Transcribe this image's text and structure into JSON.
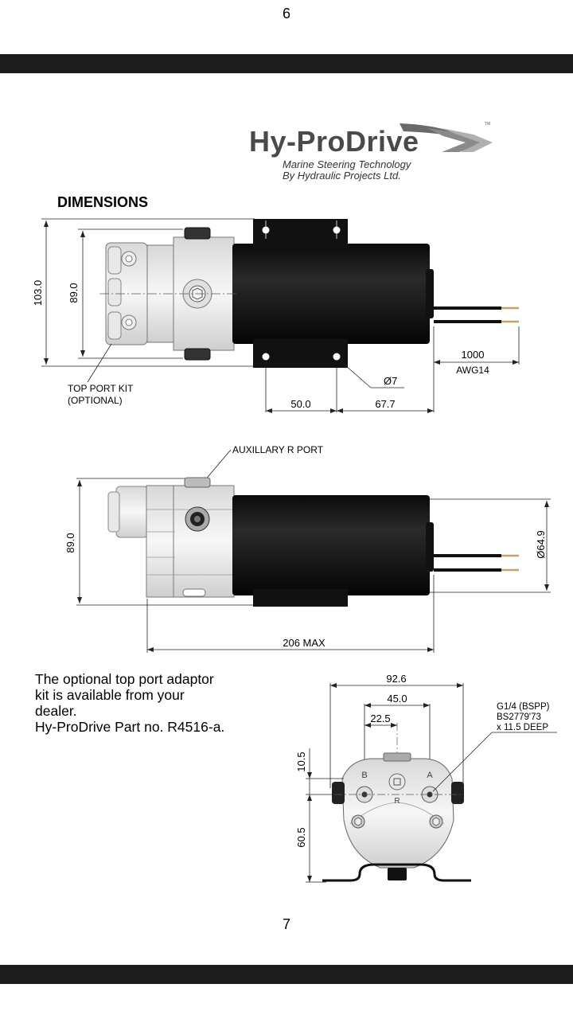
{
  "page_top_number": "6",
  "page_bottom_number": "7",
  "logo": {
    "brand": "Hy-ProDrive",
    "tm": "TM",
    "tagline_1": "Marine Steering Technology",
    "tagline_2": "By Hydraulic Projects Ltd."
  },
  "heading": "DIMENSIONS",
  "side_view": {
    "dim_overall_height": "103.0",
    "dim_block_height": "89.0",
    "dim_cable_length": "1000",
    "cable_gauge": "AWG14",
    "hole_dia": "Ø7",
    "dim_hole_spacing": "50.0",
    "dim_hole_to_end": "67.7",
    "label_kit_1": "TOP PORT KIT",
    "label_kit_2": "(OPTIONAL)"
  },
  "top_view": {
    "label_aux": "AUXILLARY R PORT",
    "dim_height": "89.0",
    "dim_motor_dia": "Ø64.9",
    "dim_length": "206 MAX"
  },
  "end_view": {
    "dim_width": "92.6",
    "dim_port_spacing": "45.0",
    "dim_half_spacing": "22.5",
    "dim_top": "10.5",
    "dim_bottom": "60.5",
    "port_b": "B",
    "port_a": "A",
    "port_r": "R",
    "port_note_1": "G1/4 (BSPP)",
    "port_note_2": "BS2779'73",
    "port_note_3": "x 11.5 DEEP"
  },
  "note": {
    "line_1": "The optional top port adaptor",
    "line_2": "kit is available from your",
    "line_3": "dealer.",
    "line_4": "Hy-ProDrive Part no. R4516-a."
  }
}
